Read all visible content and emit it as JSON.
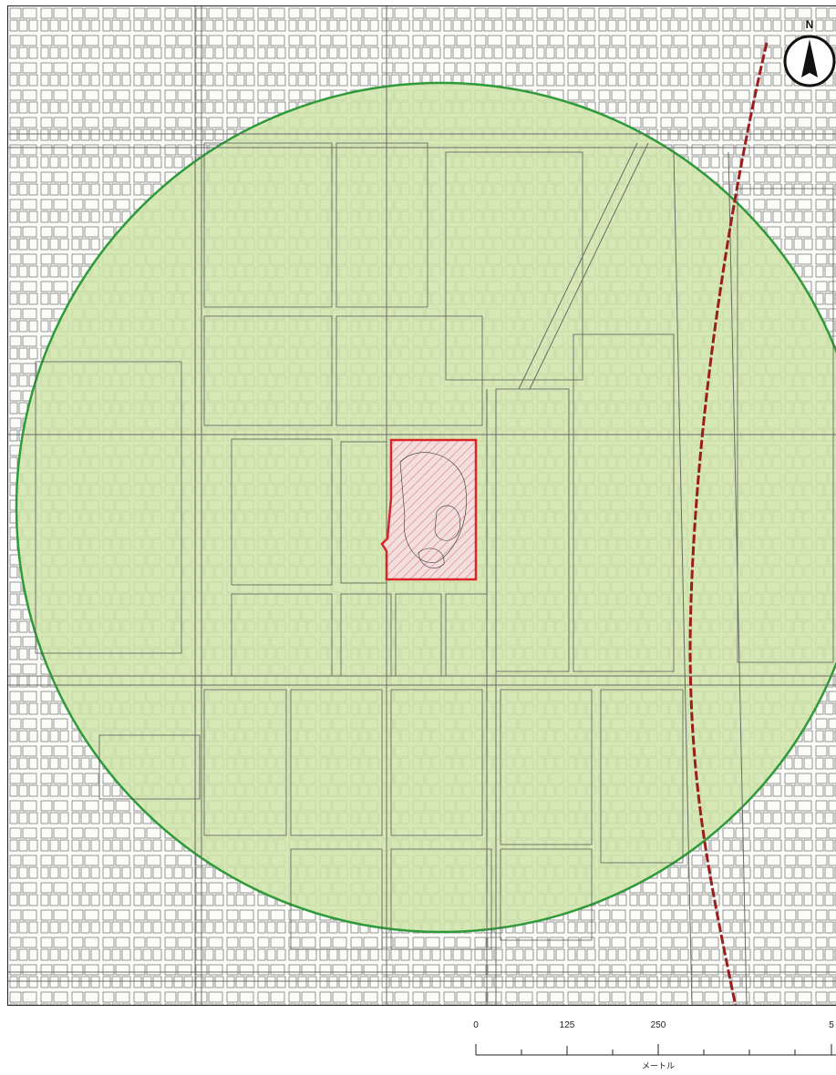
{
  "map": {
    "north_label": "N",
    "colors": {
      "buffer_fill": "#cfe4a9",
      "buffer_stroke": "#2f9a3a",
      "site_stroke": "#d8262b",
      "site_hatch": "#e08a8a",
      "railway": "#9b1e1e",
      "linework": "#4a4a4a"
    }
  },
  "scale_bar": {
    "ticks": [
      "0",
      "125",
      "250",
      "5"
    ],
    "unit": "メートル"
  },
  "icons": {
    "north": "north-arrow-icon"
  }
}
